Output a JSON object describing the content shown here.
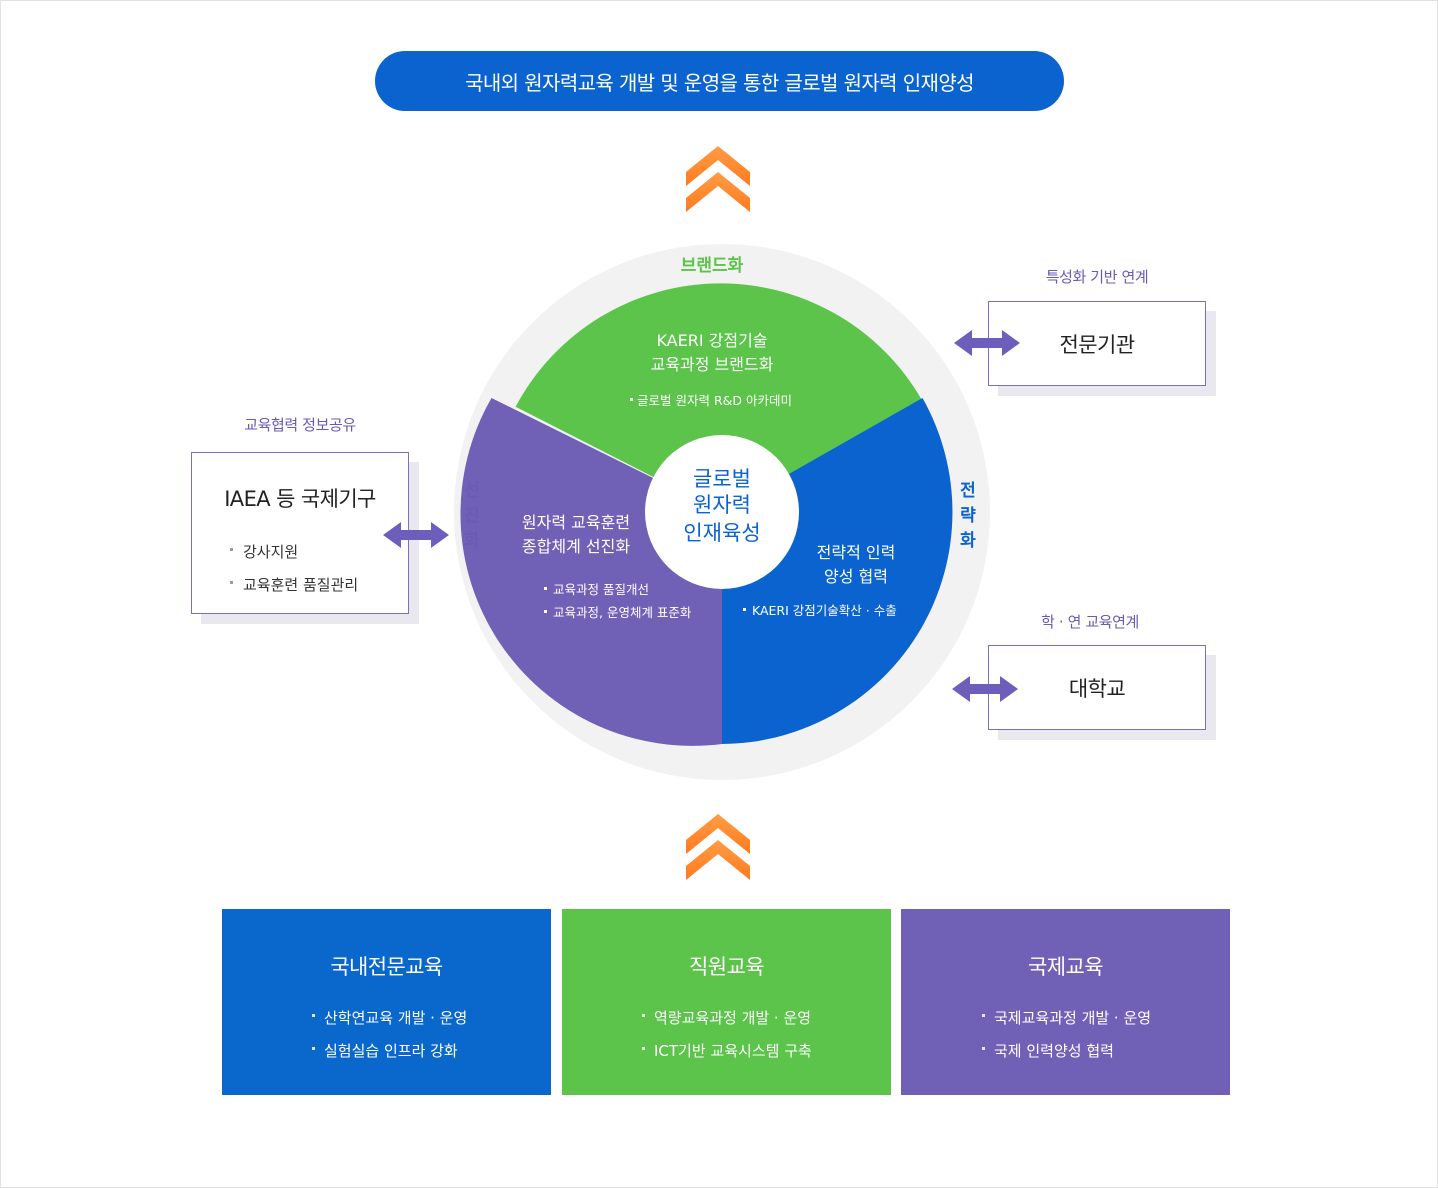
{
  "banner": {
    "text": "국내외 원자력교육 개발 및 운영을 통한 글로벌 원자력 인재양성"
  },
  "wheel": {
    "center": [
      "글로벌",
      "원자력",
      "인재육성"
    ],
    "ring_labels": {
      "top": "브랜드화",
      "left": "선진화",
      "right": "전략화"
    },
    "sectors": {
      "brand": {
        "title": [
          "KAERI 강점기술",
          "교육과정 브랜드화"
        ],
        "bullets": [
          "글로벌 원자력 R&D 아카데미"
        ],
        "color": "#5cc34b"
      },
      "advance": {
        "title": [
          "원자력 교육훈련",
          "종합체계 선진화"
        ],
        "bullets": [
          "교육과정 품질개선",
          "교육과정, 운영체계 표준화"
        ],
        "color": "#7061b7"
      },
      "strategy": {
        "title": [
          "전략적 인력",
          "양성 협력"
        ],
        "bullets": [
          "KAERI 강점기술확산 · 수출"
        ],
        "color": "#0a63cf"
      }
    },
    "ring_color": "#f2f2f3"
  },
  "left_partner": {
    "caption": "교육협력 정보공유",
    "title": "IAEA 등 국제기구",
    "items": [
      "강사지원",
      "교육훈련 품질관리"
    ]
  },
  "right_partners": [
    {
      "caption": "특성화 기반 연계",
      "title": "전문기관"
    },
    {
      "caption": "학 · 연 교육연계",
      "title": "대학교"
    }
  ],
  "bottom_boxes": [
    {
      "title": "국내전문교육",
      "items": [
        "산학연교육 개발 · 운영",
        "실험실습 인프라 강화"
      ],
      "color": "#0a67cc"
    },
    {
      "title": "직원교육",
      "items": [
        "역량교육과정 개발 · 운영",
        "ICT기반 교육시스템 구축"
      ],
      "color": "#5cc34b"
    },
    {
      "title": "국제교육",
      "items": [
        "국제교육과정 개발 · 운영",
        "국제 인력양성 협력"
      ],
      "color": "#7061b7"
    }
  ],
  "colors": {
    "arrow_orange": "#ff8a2c",
    "purple_arrow": "#6e5ebc",
    "caption_purple": "#6a5bb3"
  }
}
